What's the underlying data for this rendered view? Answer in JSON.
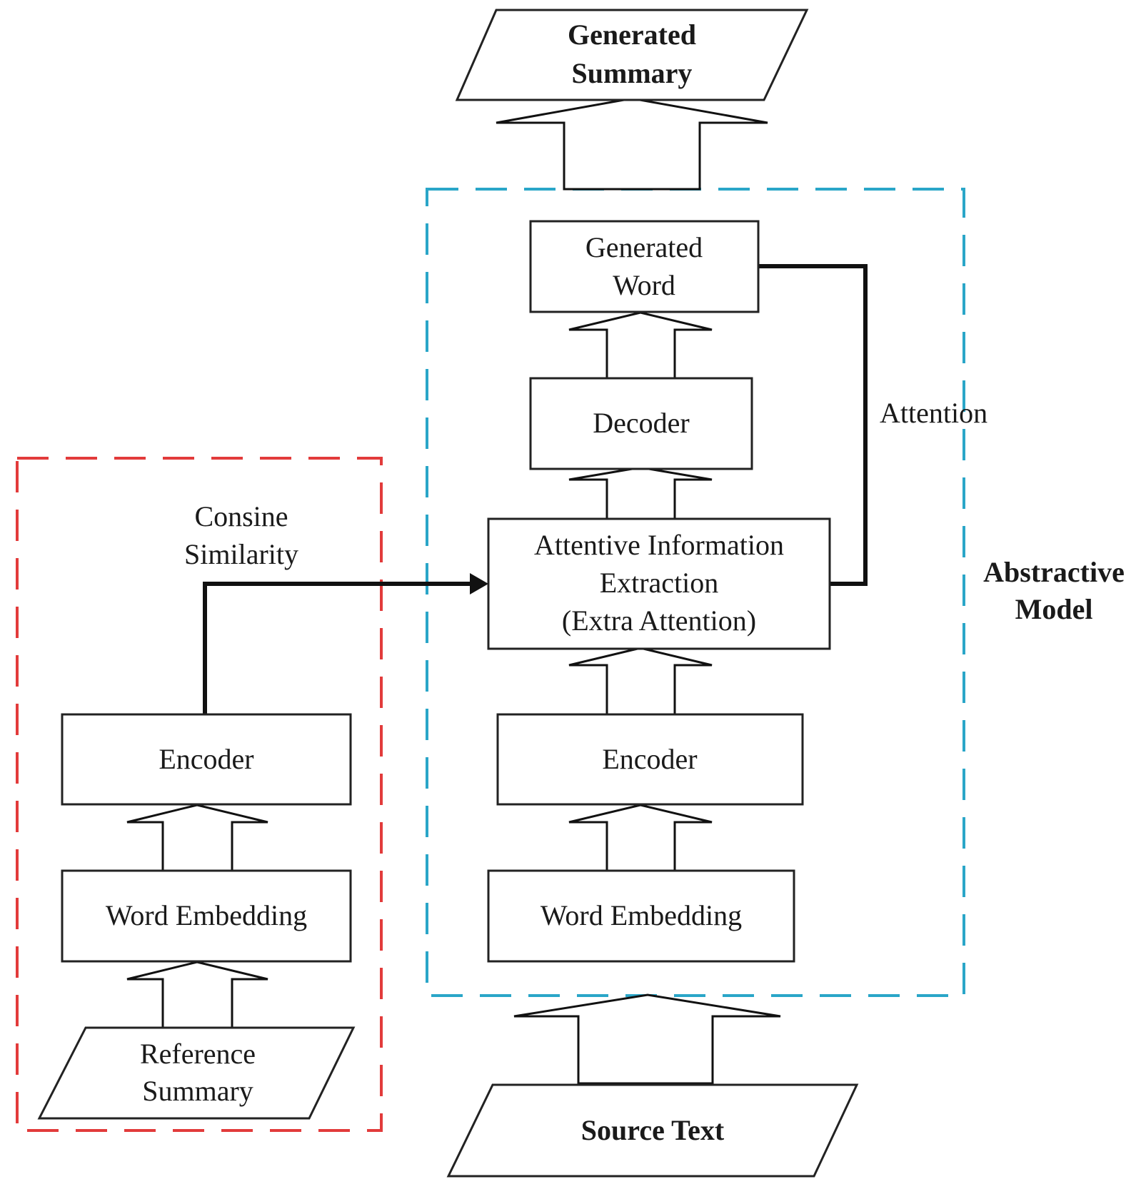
{
  "colors": {
    "reference_region": "#e23b3b",
    "abstractive_region": "#2aa6c8",
    "stroke": "#222222"
  },
  "io": {
    "generated_summary": [
      "Generated",
      "Summary"
    ],
    "source_text": "Source Text",
    "reference_summary": [
      "Reference",
      "Summary"
    ]
  },
  "abstractive": {
    "label": [
      "Abstractive",
      "Model"
    ],
    "generated_word": [
      "Generated",
      "Word"
    ],
    "decoder": "Decoder",
    "attentive_extraction": [
      "Attentive Information",
      "Extraction",
      "(Extra Attention)"
    ],
    "encoder": "Encoder",
    "word_embedding": "Word Embedding",
    "attention_label": "Attention"
  },
  "reference_branch": {
    "encoder": "Encoder",
    "word_embedding": "Word Embedding",
    "similarity_label": [
      "Consine",
      "Similarity"
    ]
  }
}
